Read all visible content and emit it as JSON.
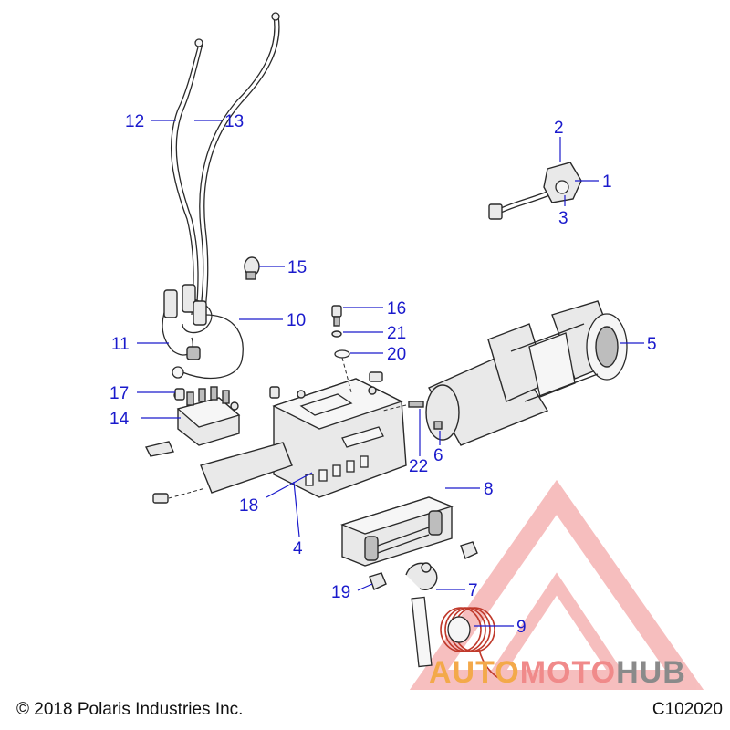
{
  "callouts": [
    {
      "id": "1",
      "label": "1"
    },
    {
      "id": "2",
      "label": "2"
    },
    {
      "id": "3",
      "label": "3"
    },
    {
      "id": "4",
      "label": "4"
    },
    {
      "id": "5",
      "label": "5"
    },
    {
      "id": "6",
      "label": "6"
    },
    {
      "id": "7",
      "label": "7"
    },
    {
      "id": "8",
      "label": "8"
    },
    {
      "id": "9",
      "label": "9"
    },
    {
      "id": "10",
      "label": "10"
    },
    {
      "id": "11",
      "label": "11"
    },
    {
      "id": "12",
      "label": "12"
    },
    {
      "id": "13",
      "label": "13"
    },
    {
      "id": "14",
      "label": "14"
    },
    {
      "id": "15",
      "label": "15"
    },
    {
      "id": "16",
      "label": "16"
    },
    {
      "id": "17",
      "label": "17"
    },
    {
      "id": "18",
      "label": "18"
    },
    {
      "id": "19",
      "label": "19"
    },
    {
      "id": "20",
      "label": "20"
    },
    {
      "id": "21",
      "label": "21"
    },
    {
      "id": "22",
      "label": "22"
    }
  ],
  "footer": {
    "copyright": "© 2018 Polaris Industries Inc.",
    "diagram_code": "C102020"
  },
  "watermark": {
    "part1": "AUTO",
    "part2": "MOTO",
    "part3": "HUB"
  },
  "colors": {
    "callout": "#1a1acc",
    "watermark_red": "#f08a8a",
    "watermark_orange": "#f3a94a",
    "watermark_gray": "#8a8a8a"
  }
}
